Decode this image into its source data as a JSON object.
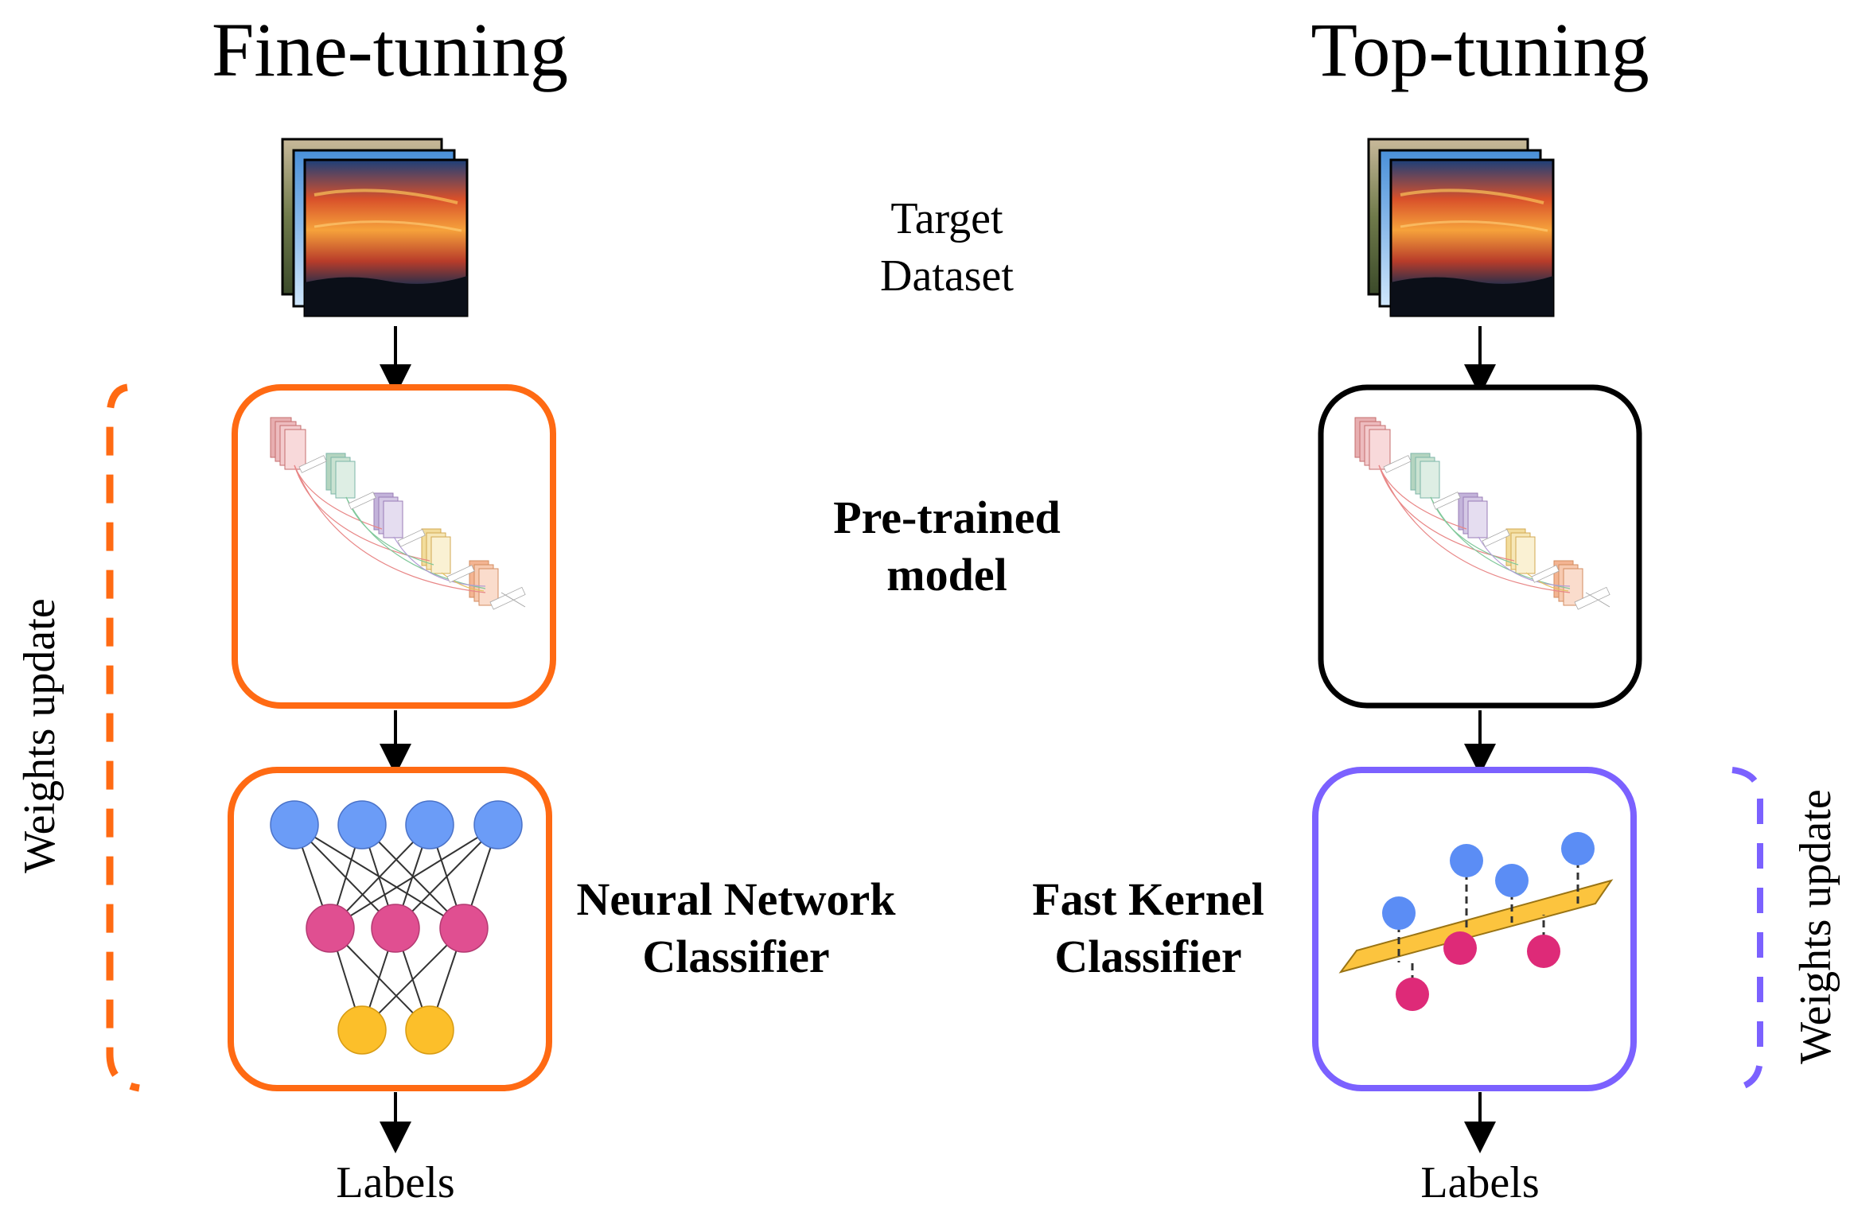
{
  "left_panel": {
    "title": "Fine-tuning",
    "side_label": "Weights update",
    "classifier_label_line1": "Neural Network",
    "classifier_label_line2": "Classifier",
    "output_label": "Labels"
  },
  "right_panel": {
    "title": "Top-tuning",
    "side_label": "Weights update",
    "classifier_label_line1": "Fast Kernel",
    "classifier_label_line2": "Classifier",
    "output_label": "Labels"
  },
  "center_labels": {
    "dataset_line1": "Target",
    "dataset_line2": "Dataset",
    "model_line1": "Pre-trained",
    "model_line2": "model"
  },
  "colors": {
    "fine_tuning_accent": "#ff6a13",
    "top_tuning_accent": "#7b61ff",
    "frozen_border": "#000000",
    "input_node": "#6b9cf7",
    "hidden_node": "#e04f91",
    "output_node": "#fcbf2a",
    "hyperplane": "#fcc43e"
  },
  "icons": {
    "dataset": "stacked-image-icon",
    "model": "densenet-architecture-icon",
    "neural_network": "neural-network-icon",
    "kernel": "kernel-hyperplane-icon"
  }
}
